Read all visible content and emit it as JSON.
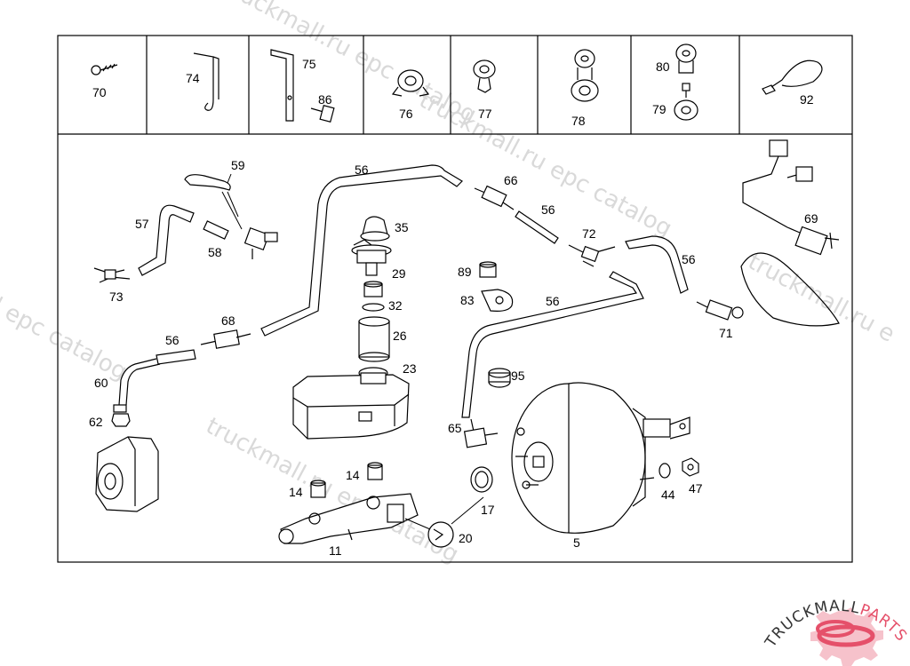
{
  "diagram": {
    "accessory_labels": [
      "70",
      "74",
      "75",
      "86",
      "76",
      "77",
      "78",
      "80",
      "79",
      "92"
    ],
    "labels": {
      "l59": "59",
      "l56a": "56",
      "l66": "66",
      "l56b": "56",
      "l57": "57",
      "l58": "58",
      "l35": "35",
      "l72": "72",
      "l56c": "56",
      "l69": "69",
      "l29": "29",
      "l89": "89",
      "l73": "73",
      "l32": "32",
      "l83": "83",
      "l56d": "56",
      "l71": "71",
      "l68": "68",
      "l56e": "56",
      "l26": "26",
      "l23": "23",
      "l95": "95",
      "l60": "60",
      "l62": "62",
      "l65": "65",
      "l14a": "14",
      "l14b": "14",
      "l44": "44",
      "l47": "47",
      "l17": "17",
      "l20": "20",
      "l11": "11",
      "l5": "5"
    }
  },
  "watermarks": {
    "text_a": "truckmall.ru epc catalog",
    "text_b": "l epc catalog",
    "text_c": "truckmall.ru epc catalog",
    "text_d": "truckmall.ru epc catalog",
    "text_e": "truckmall.ru e"
  },
  "brand": {
    "name_dark": "TRUCKMALL",
    "name_accent": "PARTS",
    "accent_color": "#e5506a"
  }
}
